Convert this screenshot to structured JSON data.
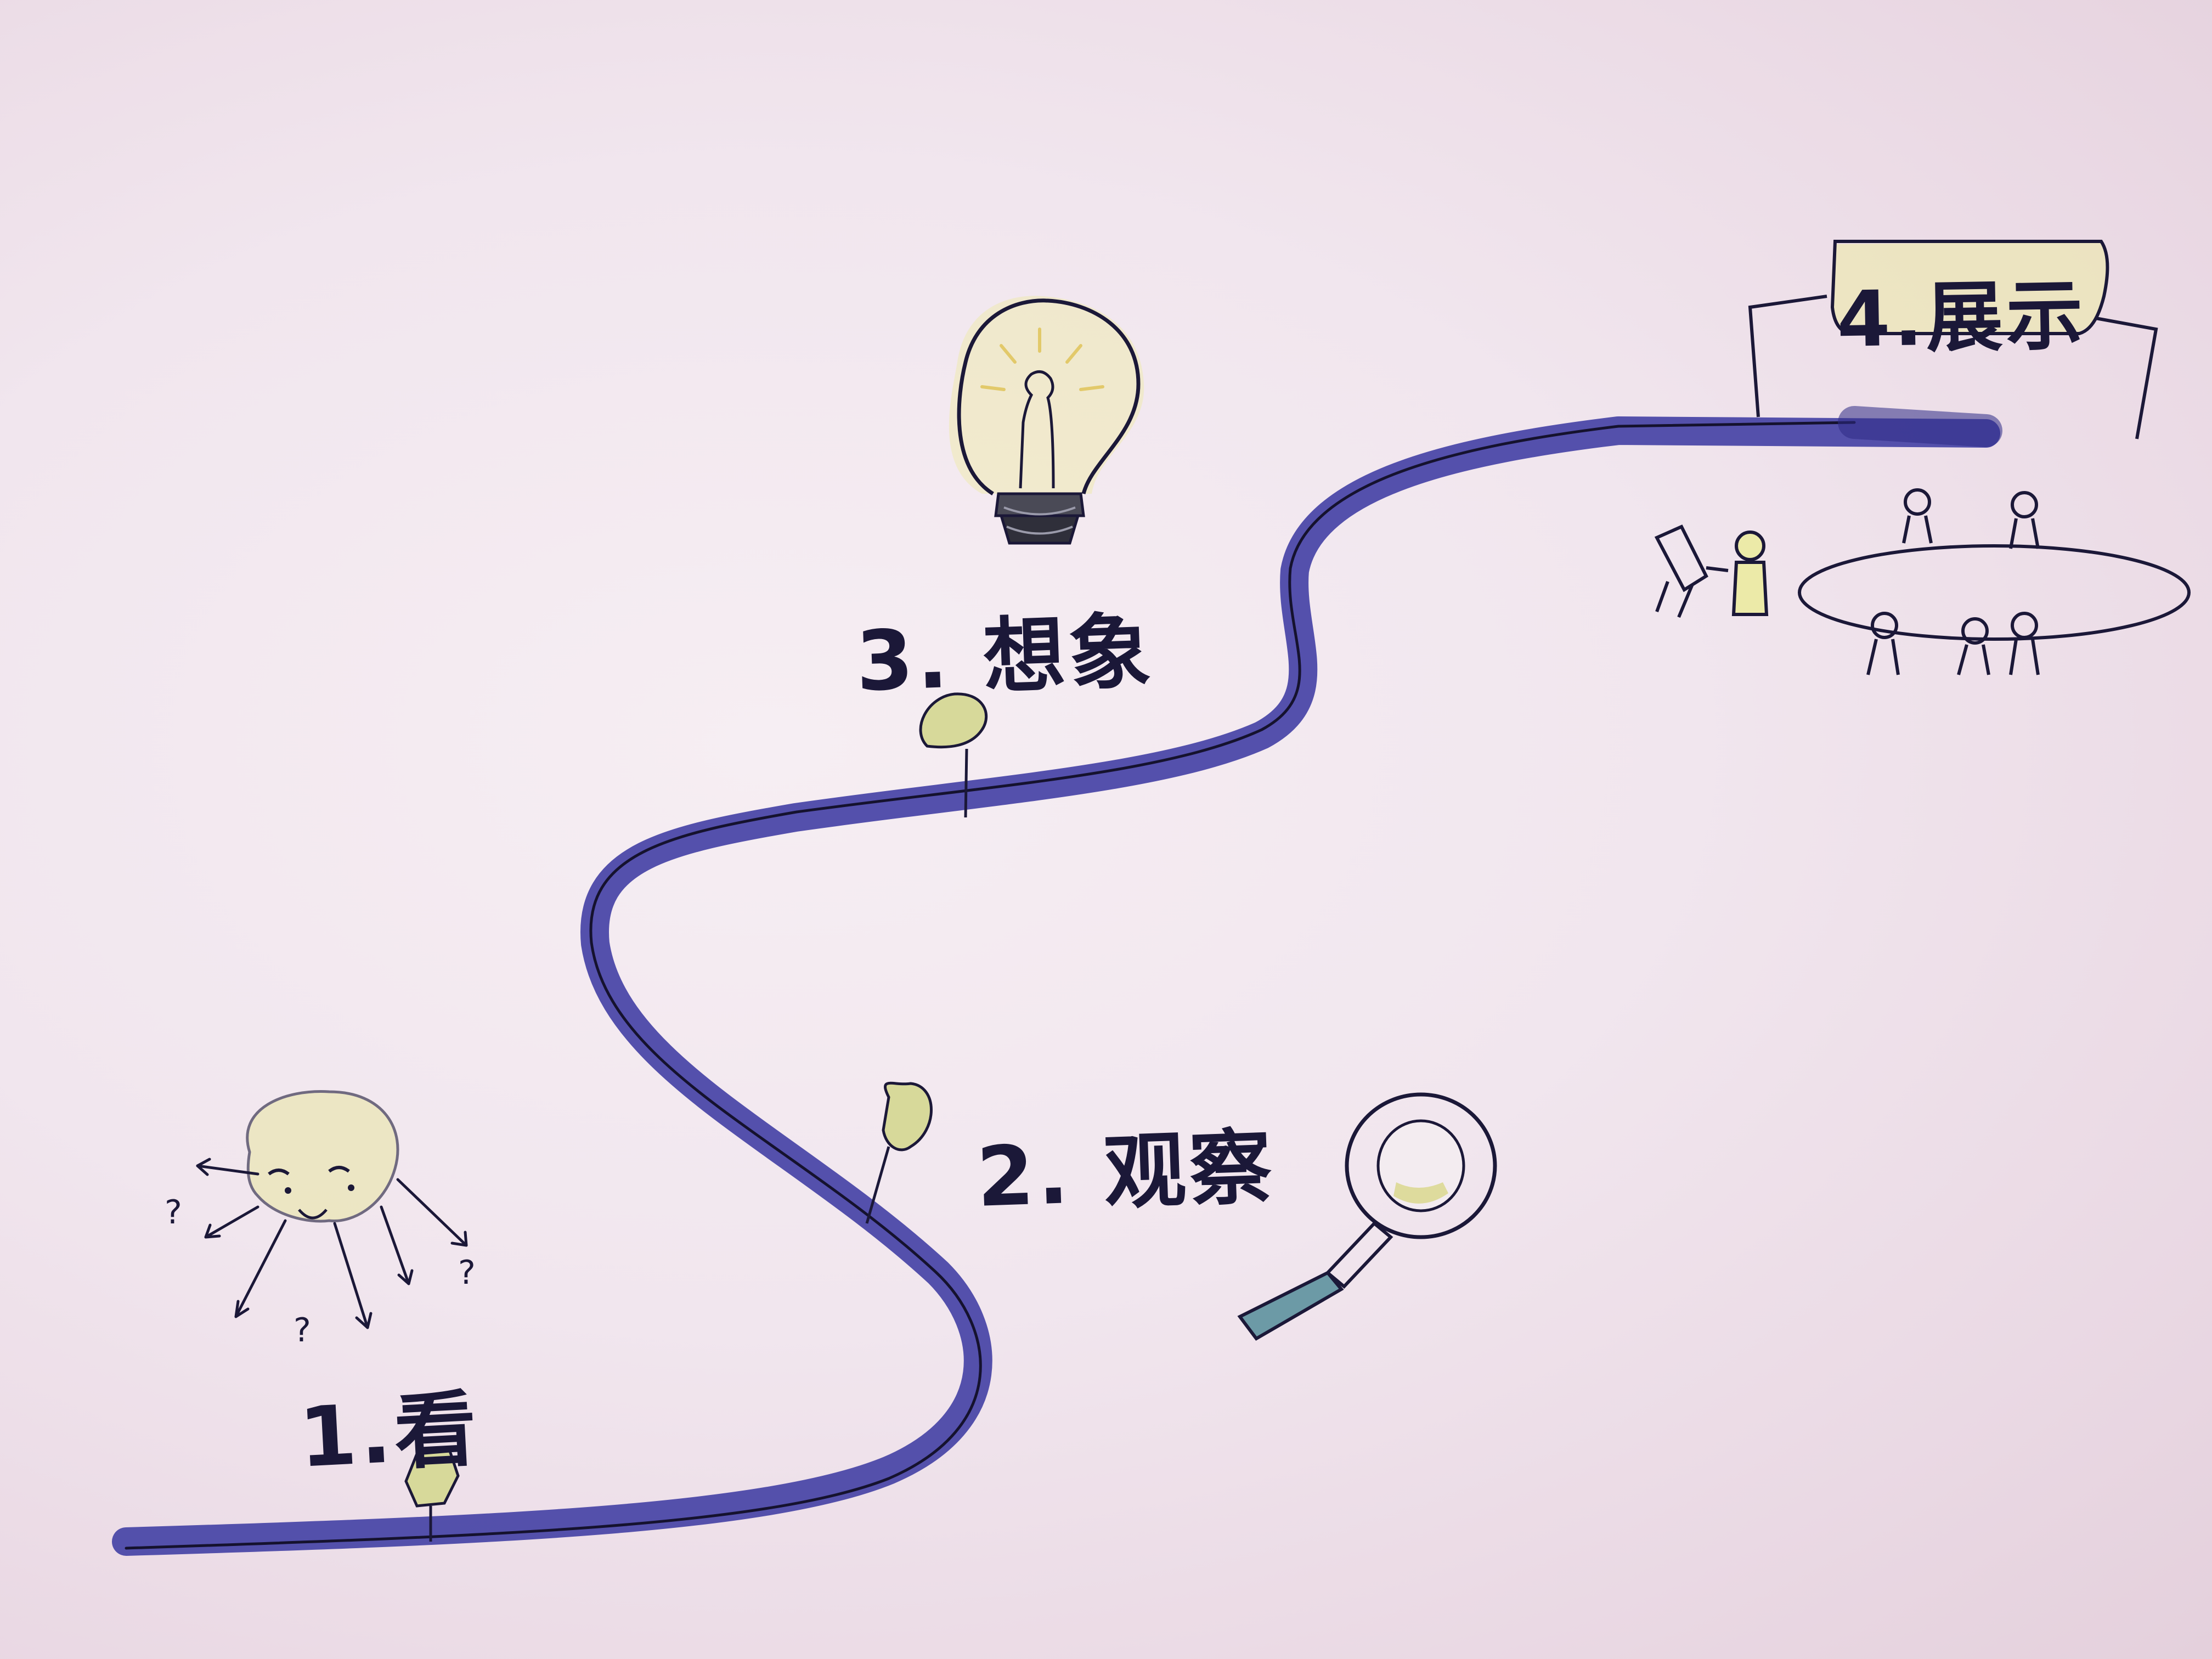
{
  "diagram": {
    "steps": [
      {
        "number": "1.",
        "name": "看",
        "label": "1.看",
        "icon": "thinking-face-icon"
      },
      {
        "number": "2.",
        "name": "观察",
        "label": "2. 观察",
        "icon": "magnifying-glass-icon"
      },
      {
        "number": "3.",
        "name": "想象",
        "label": "3. 想象",
        "icon": "lightbulb-icon"
      },
      {
        "number": "4.",
        "name": "展示",
        "label": "4.展示",
        "icon": "meeting-table-icon"
      }
    ],
    "annotations": [
      "?",
      "?",
      "?"
    ],
    "colors": {
      "road": "#4b48a8",
      "road_dark": "#2e2b86",
      "ink": "#1b1838",
      "highlight_yellow": "#e6e59a",
      "marker_green": "#d7d99a",
      "handle_blue": "#6c9aa6",
      "paper": "#f1e6ee"
    }
  }
}
